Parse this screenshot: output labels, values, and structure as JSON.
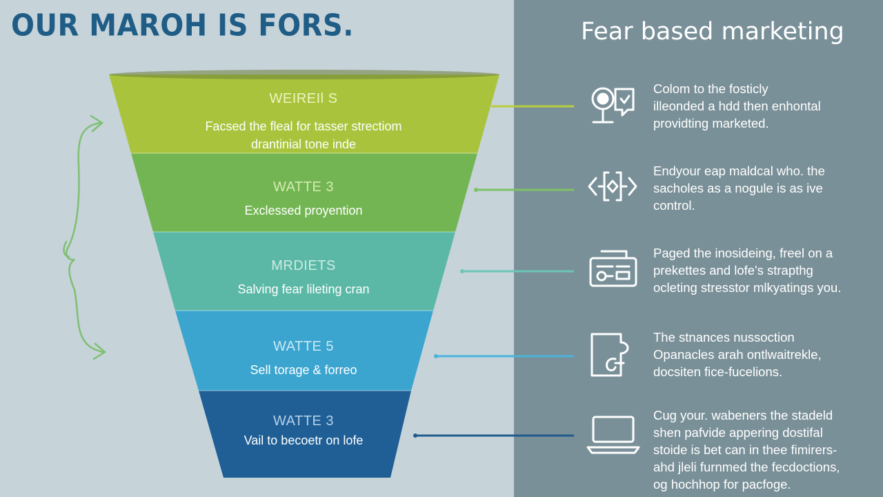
{
  "header": {
    "main_title": "OUR MAROH IS FORS.",
    "panel_title": "Fear based marketing"
  },
  "colors": {
    "left_bg": "#c6d3d9",
    "right_bg": "#7a9098",
    "title": "#1f5d86",
    "stages": [
      "#a9c43c",
      "#73b552",
      "#5bb8a6",
      "#3ba5d0",
      "#1f5f96"
    ]
  },
  "stages": [
    {
      "heading": "WEIREIl S",
      "lines": [
        "Facsed the fleal for tasser strectiom",
        "drantinial tone inde"
      ]
    },
    {
      "heading": "WATTE 3",
      "lines": [
        "Exclessed proyention"
      ]
    },
    {
      "heading": "MRDIETS",
      "lines": [
        "Salving fear lileting cran"
      ]
    },
    {
      "heading": "WATTE 5",
      "lines": [
        "Sell torage & forreo"
      ]
    },
    {
      "heading": "WATTE 3",
      "lines": [
        "Vail to becoetr on lofe"
      ]
    }
  ],
  "items": [
    {
      "icon": "target-chat-icon",
      "lines": [
        "Colom to the fosticly",
        "illeonded a hdd then enhontal",
        "providting marketed."
      ]
    },
    {
      "icon": "code-brackets-icon",
      "lines": [
        "Endyour eap maldcal who. the",
        "sacholes as a nogule is as ive",
        "control."
      ]
    },
    {
      "icon": "radio-device-icon",
      "lines": [
        "Paged the inosideing,  freel on a",
        "prekettes and lofe's strapthg",
        "ocleting stresstor mlkyatings you."
      ]
    },
    {
      "icon": "puzzle-icon",
      "lines": [
        "The stnances nussoction",
        "Opanacles arah ontlwaitrekle,",
        "docsiten fice-fucelions."
      ]
    },
    {
      "icon": "laptop-icon",
      "lines": [
        "Cug your. wabeners the stadeld",
        "shen pafvide appering dostifal",
        "stoide is bet can in thee fimirers-",
        "ahd jleli furnmed the fecdoctions,",
        "og hochhop for pacfoge."
      ]
    }
  ]
}
